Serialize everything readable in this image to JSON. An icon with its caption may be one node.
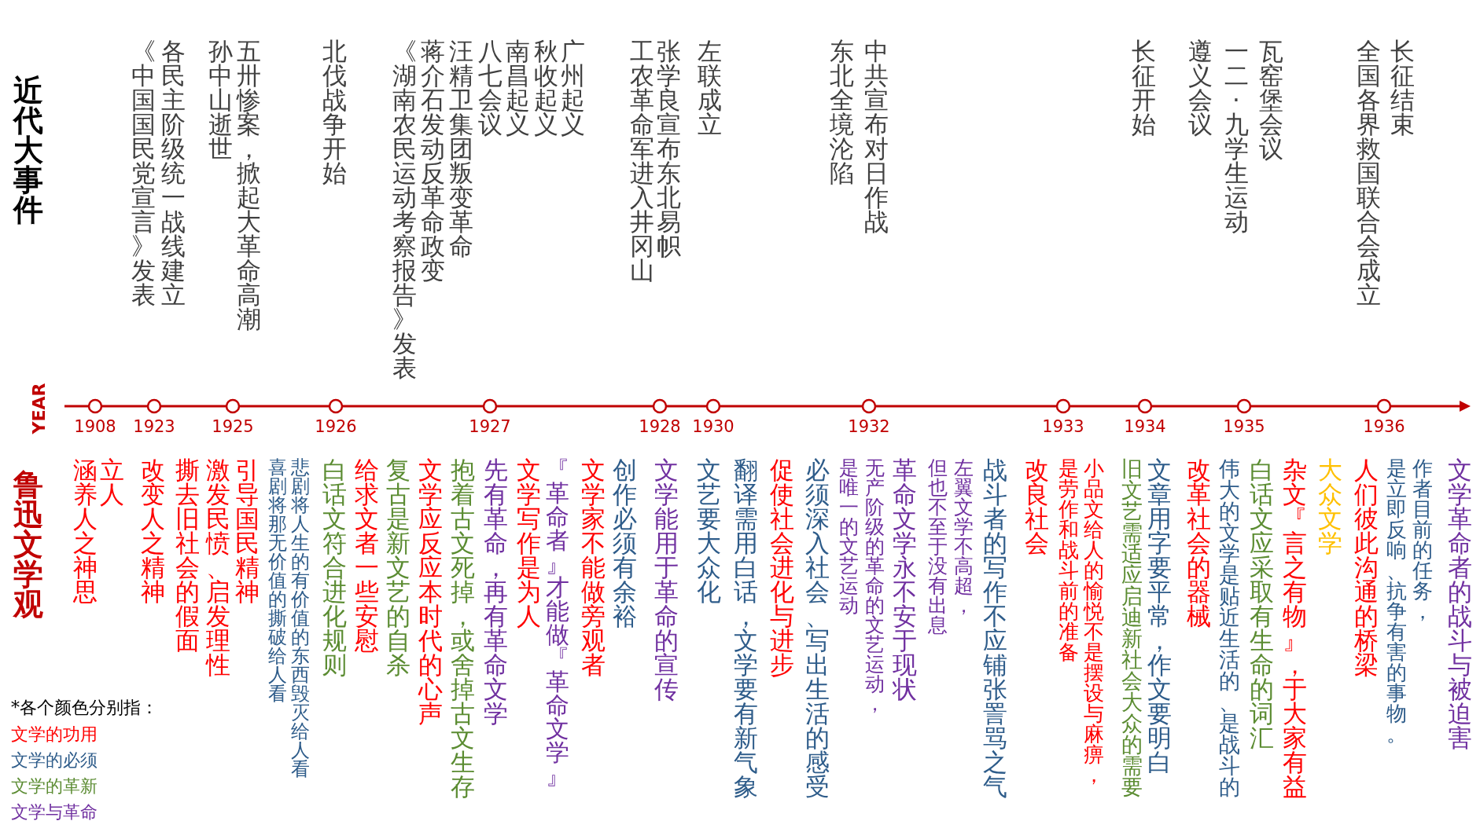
{
  "diagram": {
    "labels": [
      "近代大事件",
      "《中国国民党宣言》发表",
      "各民主阶级统一战线建立",
      "孙中山逝世",
      "五卅惨案，掀起大革命高潮",
      "北伐战争开始",
      "《湖南农民运动考察报告》发表",
      "蒋介石发动反革命政变",
      "汪精卫集团叛变革命",
      "八七会议",
      "南昌起义",
      "秋收起义",
      "广州起义",
      "工农革命军进入井冈山",
      "张学良宣布东北易帜",
      "左联成立",
      "东北全境沦陷",
      "中共宣布对日作战",
      "长征开始",
      "遵义会议",
      "一二·九学生运动",
      "瓦窑堡会议",
      "全国各界救国联合会成立",
      "长征结束",
      "YEAR",
      "1908",
      "1923",
      "1925",
      "1926",
      "1927",
      "1928",
      "1930",
      "1932",
      "1933",
      "1934",
      "1935",
      "1936",
      "鲁迅文学观",
      "涵养人之神思",
      "立人",
      "改变人之精神",
      "撕去旧社会的假面",
      "激发民愤、启发理性",
      "引导国民精神",
      "喜剧将那无价值的撕破给人看",
      "悲剧将人生的有价值的东西毁灭给人看",
      "白话文符合进化规则",
      "给求文者一些安慰",
      "复古是新文艺的自杀",
      "文学应反应本时代的心声",
      "抱着古文死掉，或舍掉古文生存",
      "先有革命，再有革命文学",
      "文学写作是为人",
      "『革命者』才能做『革命文学』",
      "文学家不能做旁观者",
      "创作必须有余裕",
      "文学能用于革命的宣传",
      "文艺要大众化",
      "翻译需用白话，文学要有新气象",
      "促使社会进化与进步",
      "必须深入社会、写出生活的感受",
      "是唯一的文艺运动",
      "无产阶级的革命的文艺运动，",
      "革命文学永不安于现状",
      "但也不至于没有出息",
      "左翼文学不高超，",
      "战斗者的写作不应铺张詈骂之气",
      "改良社会",
      "是劳作和战斗前的准备",
      "小品文给人的愉悦不是摆设与麻痹，",
      "旧文艺需适应启迪新社会大众的需要",
      "文章用字要平常，作文要明白",
      "改革社会的器械",
      "伟大的文学是贴近生活的、是战斗的",
      "白话文应采取有生命的词汇",
      "杂文『言之有物』，于大家有益",
      "大众文学",
      "人们彼此沟通的桥梁",
      "是立即反响、抗争有害的事物。",
      "作者目前的任务，",
      "文学革命者的战斗与被迫害",
      "*各个颜色分别指："
    ],
    "legend": [
      {
        "text": "文学的功用",
        "color": "#ff0000"
      },
      {
        "text": "文学的必须",
        "color": "#2e5c8a"
      },
      {
        "text": "文学的革新",
        "color": "#5b8c32"
      },
      {
        "text": "文学与革命",
        "color": "#7030a0"
      }
    ]
  }
}
